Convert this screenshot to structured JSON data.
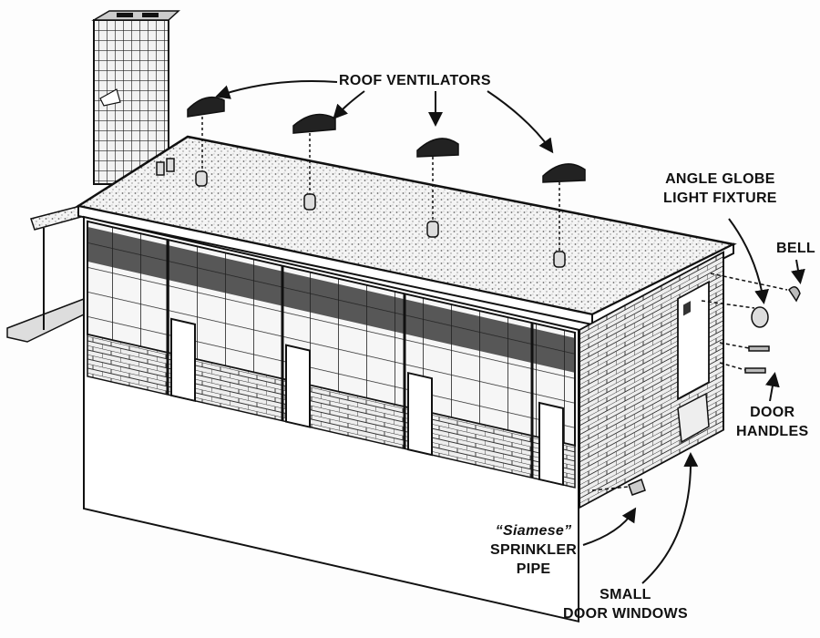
{
  "labels": {
    "roof_ventilators": "ROOF VENTILATORS",
    "angle_globe": [
      "ANGLE GLOBE",
      "LIGHT FIXTURE"
    ],
    "bell": "BELL",
    "door_handles": [
      "DOOR",
      "HANDLES"
    ],
    "sprinkler": [
      "“Siamese”",
      "SPRINKLER",
      "PIPE"
    ],
    "small_door_windows": [
      "SMALL",
      "DOOR WINDOWS"
    ]
  },
  "colors": {
    "ink": "#111111",
    "paper": "#fdfdfd"
  }
}
